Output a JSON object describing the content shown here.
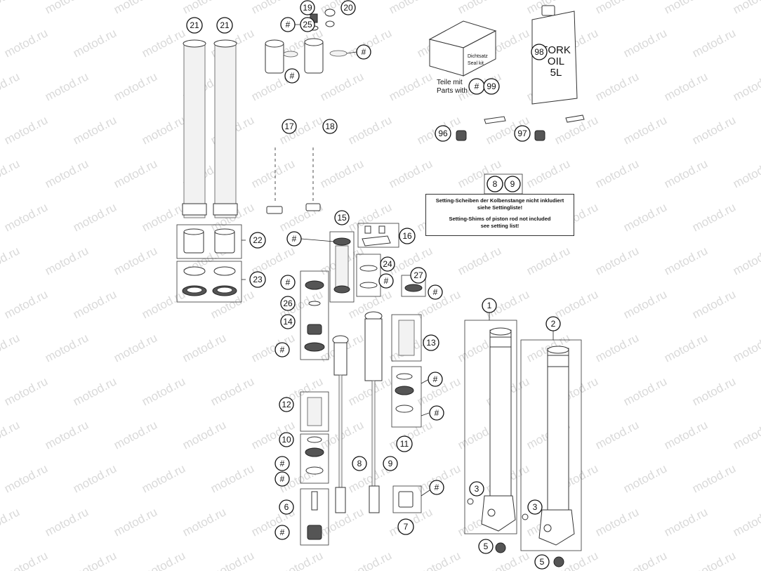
{
  "watermark": "motod.ru",
  "callouts": {
    "c1": "1",
    "c2": "2",
    "c3": "3",
    "c5": "5",
    "c6": "6",
    "c7": "7",
    "c8": "8",
    "c9": "9",
    "c10": "10",
    "c11": "11",
    "c12": "12",
    "c13": "13",
    "c14": "14",
    "c15": "15",
    "c16": "16",
    "c17": "17",
    "c18": "18",
    "c19": "19",
    "c20": "20",
    "c21": "21",
    "c22": "22",
    "c23": "23",
    "c24": "24",
    "c25": "25",
    "c26": "26",
    "c27": "27",
    "c96": "96",
    "c97": "97",
    "c98": "98",
    "c99": "99",
    "hash": "#"
  },
  "parts_with_label_de": "Teile mit",
  "parts_with_label_en": "Parts with",
  "seal_kit_label_1": "Dichtsatz",
  "seal_kit_label_2": "Seal kit",
  "fork_oil": {
    "line1": "FORK",
    "line2": "OIL",
    "line3": "5L"
  },
  "setting_note": {
    "de_line1": "Setting-Scheiben der Kolbenstange nicht inkludiert",
    "de_line2": "siehe Settingliste!",
    "en_line1": "Setting-Shims of piston rod not included",
    "en_line2": "see setting list!"
  }
}
